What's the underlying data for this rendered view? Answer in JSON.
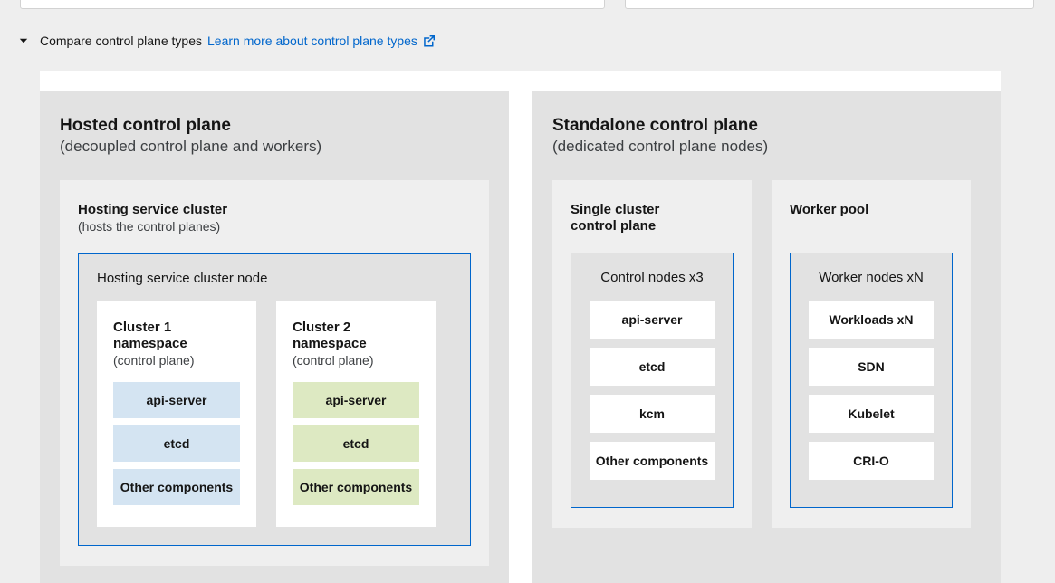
{
  "top_fields": {
    "left_field_value": "",
    "right_field_value": ""
  },
  "expandable": {
    "chevron_icon": "chevron-down-icon",
    "label": "Compare control plane types",
    "link_text": "Learn more about control plane types",
    "external_icon": "external-link-icon",
    "link_color": "#0066cc"
  },
  "colors": {
    "page_background": "#eeeeee",
    "diagram_background": "#ffffff",
    "plane_background": "#e2e2e2",
    "panel_background": "#efefef",
    "node_border": "#0066cc",
    "component_blue": "#d4e4f2",
    "component_green": "#dde9c2",
    "component_white": "#ffffff",
    "text": "#151515",
    "subtitle_text": "#3c3f42"
  },
  "diagram": {
    "hosted": {
      "title": "Hosted control plane",
      "subtitle": "(decoupled control plane and workers)",
      "panel": {
        "title": "Hosting service cluster",
        "subtitle": "(hosts the control planes)",
        "node": {
          "title": "Hosting service cluster node",
          "namespaces": [
            {
              "title": "Cluster 1\nnamespace",
              "title_line1": "Cluster 1",
              "title_line2": "namespace",
              "subtitle": "(control plane)",
              "color": "blue",
              "components": [
                "api-server",
                "etcd",
                "Other components"
              ]
            },
            {
              "title": "Cluster 2\nnamespace",
              "title_line1": "Cluster 2",
              "title_line2": "namespace",
              "subtitle": "(control plane)",
              "color": "green",
              "components": [
                "api-server",
                "etcd",
                "Other components"
              ]
            }
          ]
        }
      }
    },
    "standalone": {
      "title": "Standalone control plane",
      "subtitle": "(dedicated control plane nodes)",
      "panels": [
        {
          "title_line1": "Single cluster",
          "title_line2": "control plane",
          "node": {
            "title": "Control nodes  x3",
            "components": [
              "api-server",
              "etcd",
              "kcm",
              "Other components"
            ]
          }
        },
        {
          "title_line1": "Worker pool",
          "title_line2": "",
          "node": {
            "title": "Worker nodes  xN",
            "components": [
              "Workloads  xN",
              "SDN",
              "Kubelet",
              "CRI-O"
            ]
          }
        }
      ]
    }
  }
}
